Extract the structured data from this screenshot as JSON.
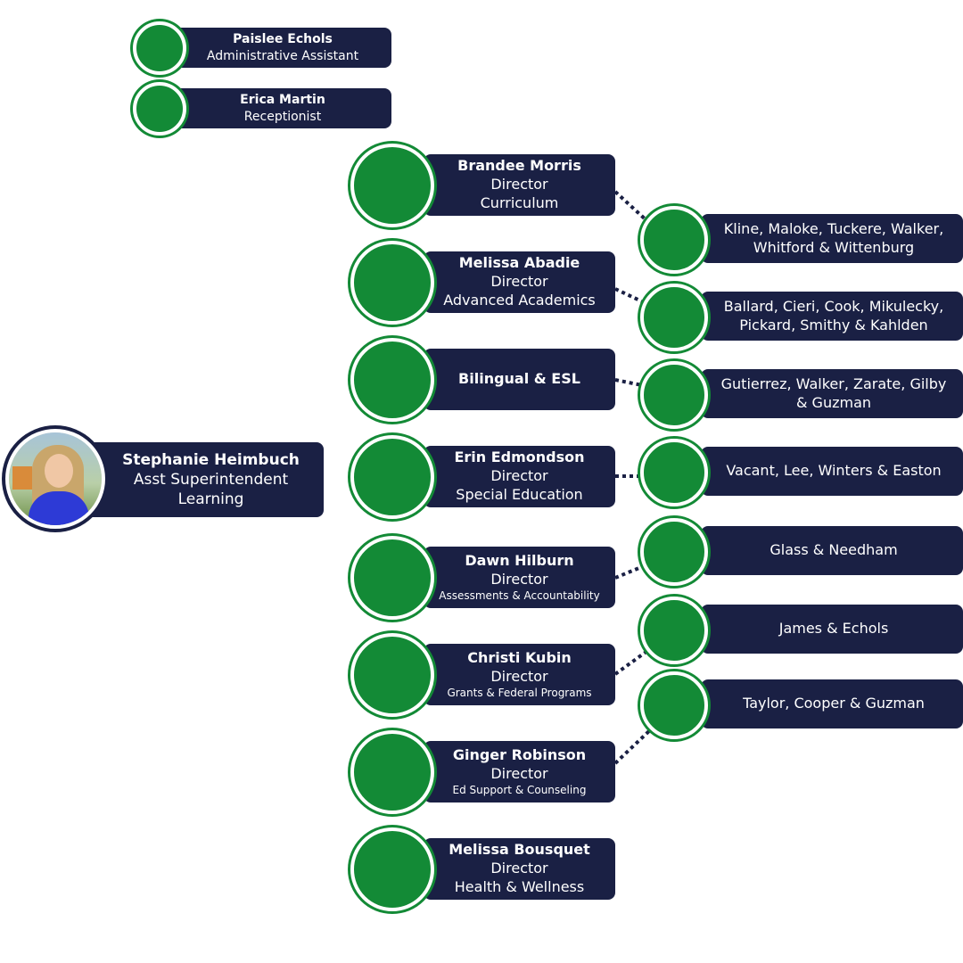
{
  "colors": {
    "box": "#1a2044",
    "circle": "#138a36",
    "connector": "#1a2044"
  },
  "staff": [
    {
      "name": "Paislee Echols",
      "title": "Administrative Assistant"
    },
    {
      "name": "Erica Martin",
      "title": "Receptionist"
    }
  ],
  "leader": {
    "name": "Stephanie Heimbuch",
    "title": "Asst Superintendent",
    "department": "Learning"
  },
  "directors": [
    {
      "name": "Brandee Morris",
      "title": "Director",
      "department": "Curriculum"
    },
    {
      "name": "Melissa Abadie",
      "title": "Director",
      "department": "Advanced Academics"
    },
    {
      "name": "Bilingual & ESL"
    },
    {
      "name": "Erin Edmondson",
      "title": "Director",
      "department": "Special Education"
    },
    {
      "name": "Dawn Hilburn",
      "title": "Director",
      "department": "Assessments & Accountability"
    },
    {
      "name": "Christi Kubin",
      "title": "Director",
      "department": "Grants & Federal Programs"
    },
    {
      "name": "Ginger Robinson",
      "title": "Director",
      "department": "Ed Support & Counseling"
    },
    {
      "name": "Melissa Bousquet",
      "title": "Director",
      "department": "Health & Wellness"
    }
  ],
  "teams": [
    {
      "members": "Kline, Maloke, Tuckere, Walker, Whitford & Wittenburg"
    },
    {
      "members": "Ballard, Cieri, Cook, Mikulecky, Pickard, Smithy & Kahlden"
    },
    {
      "members": "Gutierrez, Walker, Zarate, Gilby & Guzman"
    },
    {
      "members": "Vacant, Lee, Winters & Easton"
    },
    {
      "members": "Glass & Needham"
    },
    {
      "members": "James & Echols"
    },
    {
      "members": "Taylor, Cooper & Guzman"
    }
  ]
}
